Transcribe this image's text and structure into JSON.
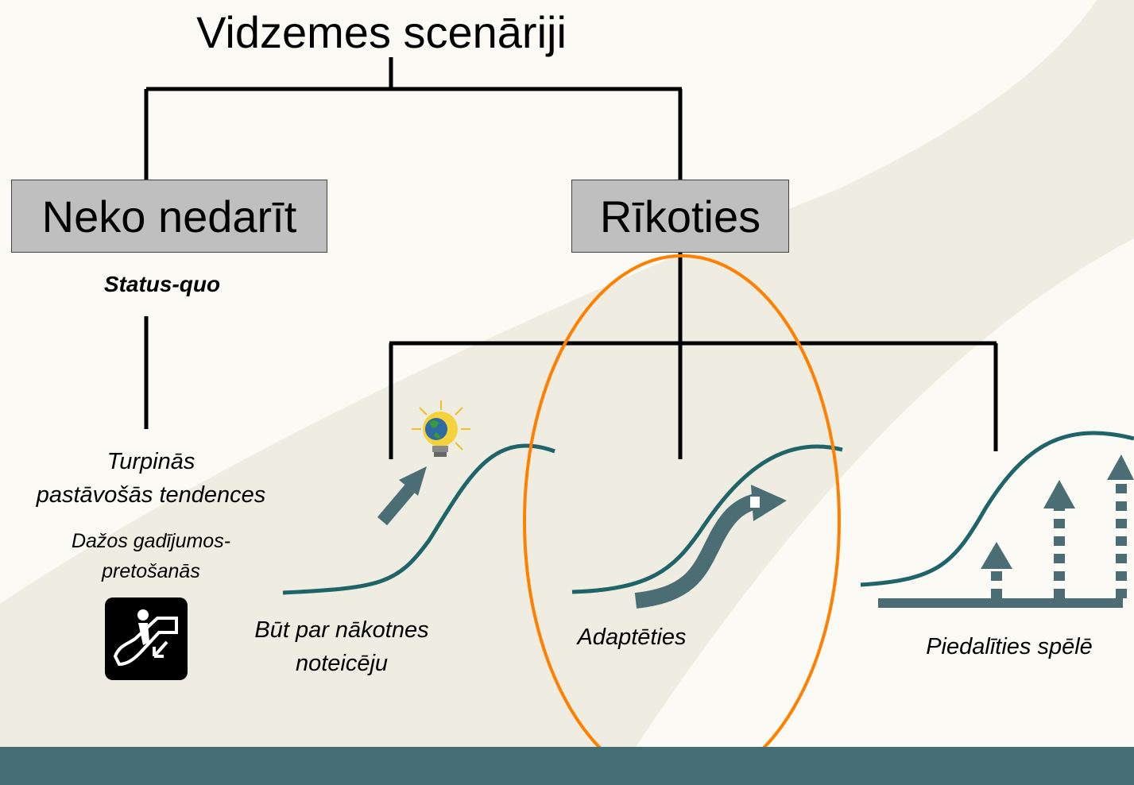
{
  "title": "Vidzemes scenāriji",
  "boxes": {
    "left": "Neko nedarīt",
    "right": "Rīkoties"
  },
  "status_quo": "Status-quo",
  "left_desc": {
    "line1": "Turpinās",
    "line2": "pastāvošās tendences",
    "line3": "Dažos gadījumos-",
    "line4": "pretošanās"
  },
  "options": {
    "first_line1": "Būt par nākotnes",
    "first_line2": "noteicēju",
    "second": "Adaptēties",
    "third": "Piedalīties spēlē"
  },
  "icons": [
    "escalator-down-icon",
    "lightbulb-globe-icon"
  ],
  "colors": {
    "curve": "#1e6468",
    "arrow": "#4a6e74",
    "highlight_ellipse": "#ff8000",
    "box_fill": "#bfbfbf",
    "footer": "#456e74",
    "background_light": "#fbfaf4",
    "background_swoosh": "#efece1"
  }
}
